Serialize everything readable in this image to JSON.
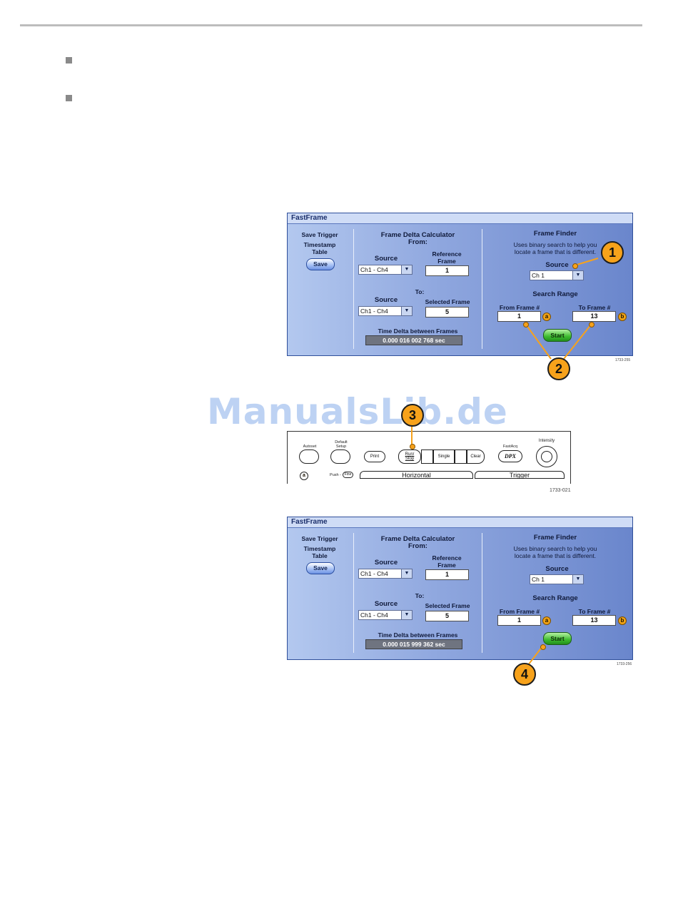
{
  "fastframe_1": {
    "title": "FastFrame",
    "save_trigger_label": "Save Trigger",
    "timestamp_table_label": "Timestamp\nTable",
    "save_button": "Save",
    "calc_title": "Frame Delta Calculator",
    "from_label": "From:",
    "source_label": "Source",
    "reference_frame_label": "Reference\nFrame",
    "from_source_value": "Ch1 - Ch4",
    "reference_frame_value": "1",
    "to_label": "To:",
    "to_source_label": "Source",
    "selected_frame_label": "Selected Frame",
    "to_source_value": "Ch1 - Ch4",
    "selected_frame_value": "5",
    "time_delta_label": "Time Delta between Frames",
    "time_delta_value": "0.000 016 002 768 sec",
    "finder_title": "Frame Finder",
    "finder_desc": "Uses binary search to help you\nlocate a frame that is different.",
    "finder_source_label": "Source",
    "finder_source_value": "Ch 1",
    "search_range_label": "Search Range",
    "from_frame_label": "From Frame #",
    "from_frame_value": "1",
    "to_frame_label": "To Frame #",
    "to_frame_value": "13",
    "marker_a": "a",
    "marker_b": "b",
    "start_button": "Start",
    "figure_id": "1733-255"
  },
  "front_panel": {
    "autoset": "Autoset",
    "default_setup": "Default\nSetup",
    "print": "Print",
    "run_stop": "Run/\nStop",
    "single": "Single",
    "clear": "Clear",
    "fastacq": "FastAcq",
    "dpx": "DPX",
    "intensity": "Intensity",
    "marker_a": "a",
    "push_fine": "Push -",
    "fine": "Fine",
    "horizontal": "Horizontal",
    "trigger": "Trigger",
    "figure_id": "1733-021"
  },
  "fastframe_2": {
    "title": "FastFrame",
    "save_trigger_label": "Save Trigger",
    "timestamp_table_label": "Timestamp\nTable",
    "save_button": "Save",
    "calc_title": "Frame Delta Calculator",
    "from_label": "From:",
    "source_label": "Source",
    "reference_frame_label": "Reference\nFrame",
    "from_source_value": "Ch1 - Ch4",
    "reference_frame_value": "1",
    "to_label": "To:",
    "to_source_label": "Source",
    "selected_frame_label": "Selected Frame",
    "to_source_value": "Ch1 - Ch4",
    "selected_frame_value": "5",
    "time_delta_label": "Time Delta between Frames",
    "time_delta_value": "0.000 015 999 362 sec",
    "finder_title": "Frame Finder",
    "finder_desc": "Uses binary search to help you\nlocate a frame that is different.",
    "finder_source_label": "Source",
    "finder_source_value": "Ch 1",
    "search_range_label": "Search Range",
    "from_frame_label": "From Frame #",
    "from_frame_value": "1",
    "to_frame_label": "To Frame #",
    "to_frame_value": "13",
    "marker_a": "a",
    "marker_b": "b",
    "start_button": "Start",
    "figure_id": "1733-256"
  },
  "callouts": {
    "c1": "1",
    "c2": "2",
    "c3": "3",
    "c4": "4"
  },
  "watermark": "ManualsLib.de",
  "colors": {
    "callout": "#f7a21b",
    "panel_title": "#1b2f6b",
    "start_green": "#3dbb2f"
  }
}
